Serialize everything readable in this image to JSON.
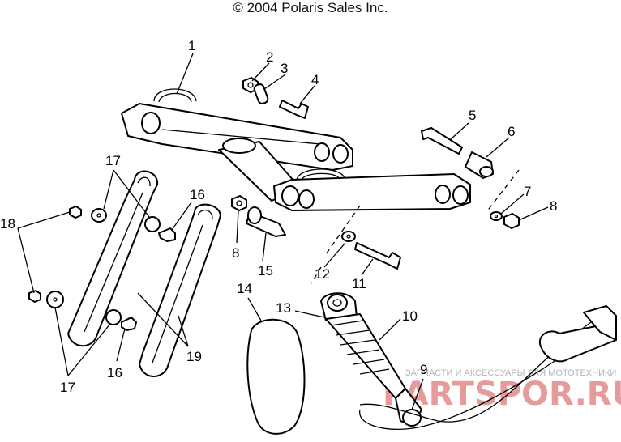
{
  "copyright": "© 2004 Polaris Sales Inc.",
  "callouts": {
    "c1": "1",
    "c2": "2",
    "c3": "3",
    "c4": "4",
    "c5": "5",
    "c6": "6",
    "c7": "7",
    "c8a": "8",
    "c8b": "8",
    "c9": "9",
    "c10": "10",
    "c11": "11",
    "c12": "12",
    "c13": "13",
    "c14": "14",
    "c15": "15",
    "c16a": "16",
    "c16b": "16",
    "c17a": "17",
    "c17b": "17",
    "c18": "18",
    "c19": "19"
  },
  "watermark": {
    "tagline": "ЗАПЧАСТИ И АКСЕССУАРЫ ДЛЯ МОТОТЕХНИКИ",
    "logo": "PARTSPOR.RU"
  }
}
